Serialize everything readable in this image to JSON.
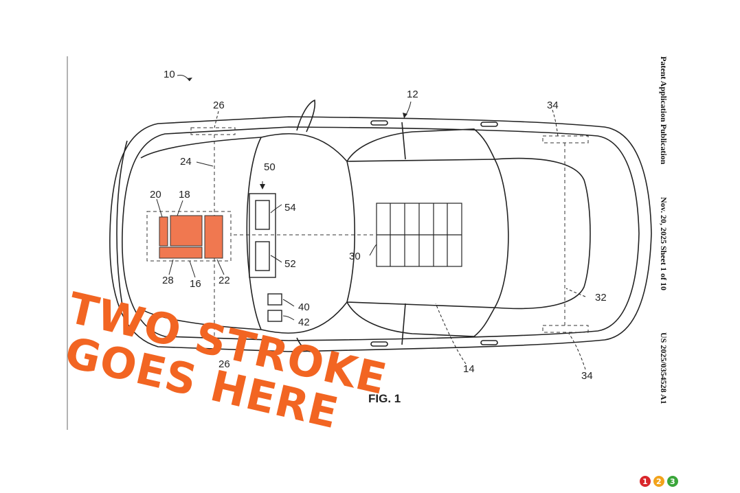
{
  "figure_label": "FIG. 1",
  "side_header": {
    "publication": "Patent Application Publication",
    "date_sheet": "Nov. 20, 2025  Sheet 1 of 10",
    "number": "US 2025/0354528 A1"
  },
  "reference_labels": {
    "r10": "10",
    "r12": "12",
    "r14": "14",
    "r16": "16",
    "r18": "18",
    "r20": "20",
    "r22": "22",
    "r24": "24",
    "r26": "26",
    "r26b": "26",
    "r28": "28",
    "r30": "30",
    "r32": "32",
    "r34a": "34",
    "r34b": "34",
    "r40": "40",
    "r42": "42",
    "r50": "50",
    "r52": "52",
    "r54": "54"
  },
  "overlay_stamp": {
    "line1": "TWO STROKE",
    "line2": "GOES HERE",
    "color": "#f26522"
  },
  "logo_badge": {
    "digits": [
      "1",
      "2",
      "3"
    ],
    "colors": [
      "#d9262b",
      "#f2a31b",
      "#3aa63a"
    ]
  },
  "colors": {
    "engine_fill": "#f07850",
    "line": "#222222"
  }
}
